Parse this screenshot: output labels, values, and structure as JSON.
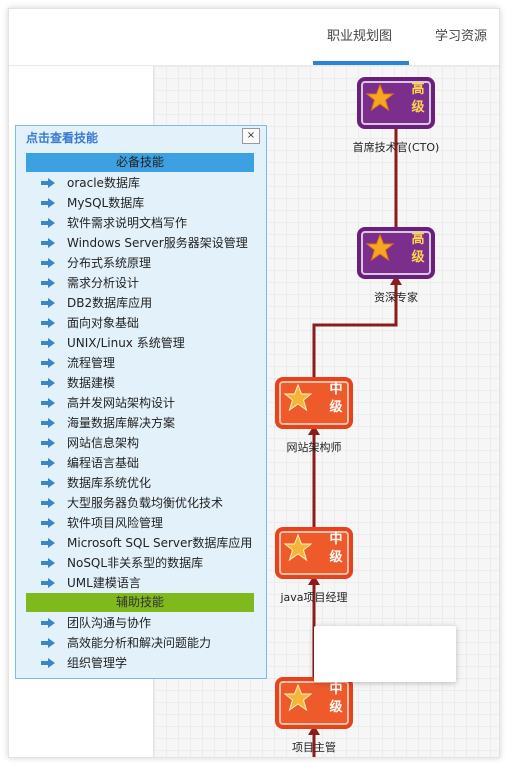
{
  "tabs": [
    "职业规划图",
    "学习资源"
  ],
  "colors": {
    "accent_blue": "#2a83d6",
    "line_dark_red": "#8b1c1c",
    "node_purple": "#7b2e8c",
    "node_red": "#ef5a2a",
    "section_blue": "#3da0e0",
    "section_green": "#7fb91c"
  },
  "career_nodes": [
    {
      "level": "高级",
      "label": "首席技术官(CTO)",
      "style": "purple"
    },
    {
      "level": "高级",
      "label": "资深专家",
      "style": "purple"
    },
    {
      "level": "中级",
      "label": "网站架构师",
      "style": "red"
    },
    {
      "level": "中级",
      "label": "java项目经理",
      "style": "red"
    },
    {
      "level": "中级",
      "label": "项目主管",
      "style": "red"
    }
  ],
  "skills_panel": {
    "title": "点击查看技能",
    "close_label": "×",
    "required_title": "必备技能",
    "required": [
      "oracle数据库",
      "MySQL数据库",
      "软件需求说明文档写作",
      "Windows Server服务器架设管理",
      "分布式系统原理",
      "需求分析设计",
      "DB2数据库应用",
      "面向对象基础",
      "UNIX/Linux 系统管理",
      "流程管理",
      "数据建模",
      "高并发网站架构设计",
      "海量数据库解决方案",
      "网站信息架构",
      "编程语言基础",
      "数据库系统优化",
      "大型服务器负载均衡优化技术",
      "软件项目风险管理",
      "Microsoft SQL Server数据库应用",
      "NoSQL非关系型的数据库",
      "UML建模语言"
    ],
    "aux_title": "辅助技能",
    "aux": [
      "团队沟通与协作",
      "高效能分析和解决问题能力",
      "组织管理学"
    ],
    "item_icon": "right-arrow-icon"
  }
}
